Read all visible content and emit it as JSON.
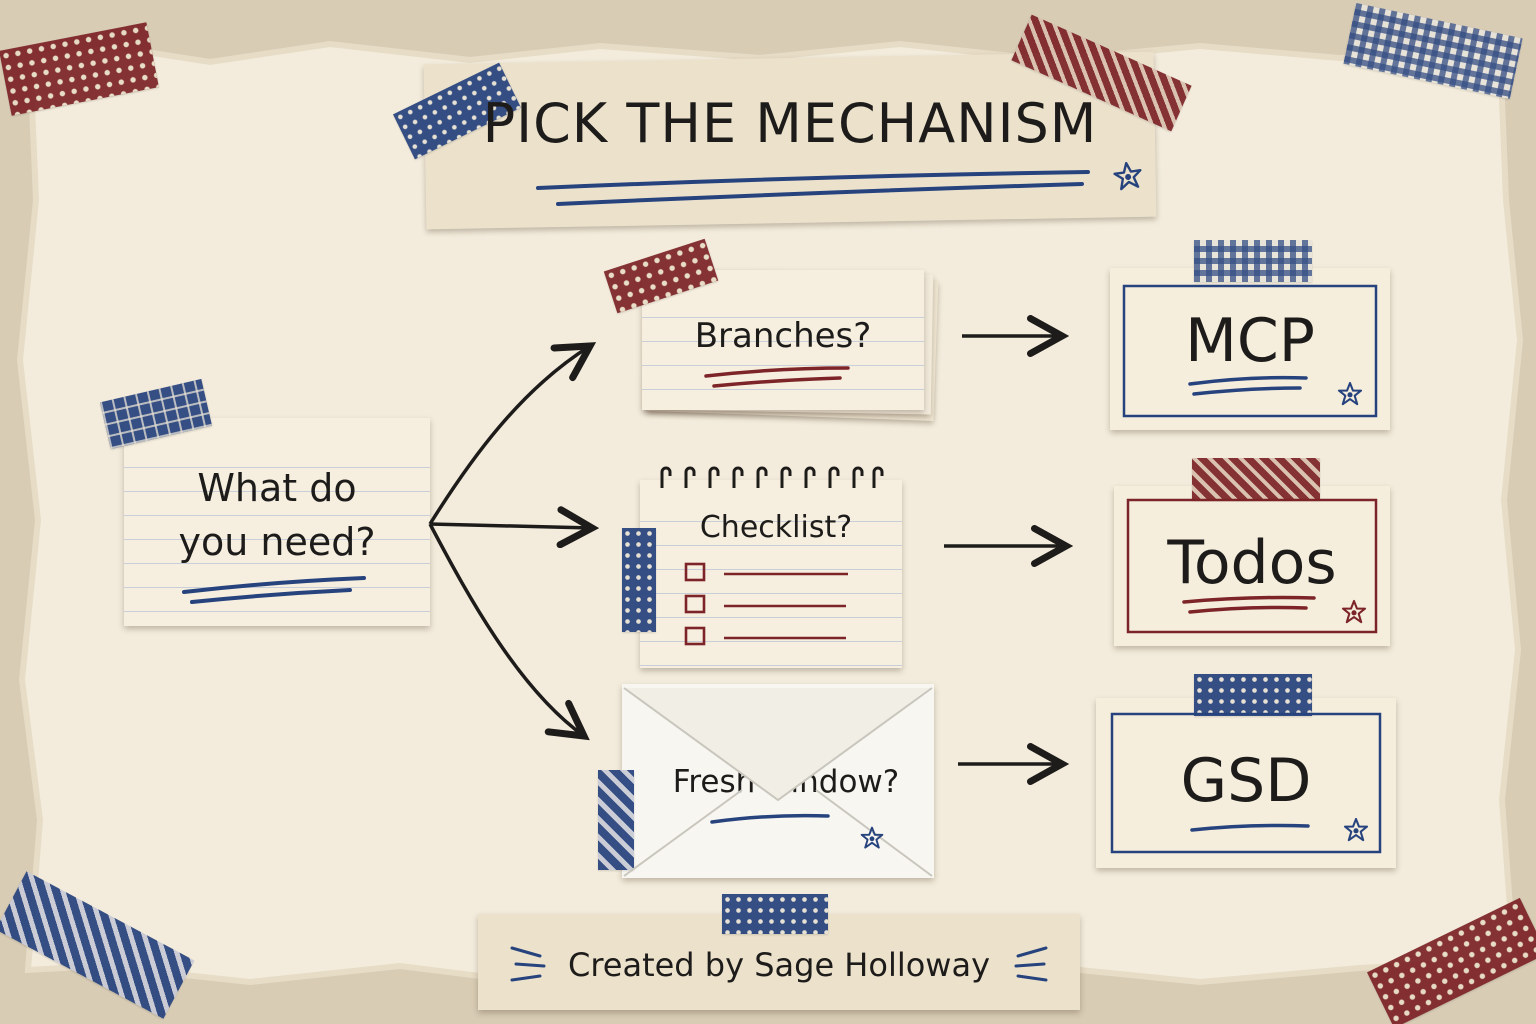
{
  "title": "PICK THE MECHANISM",
  "question": {
    "line1": "What do",
    "line2": "you need?"
  },
  "options": [
    {
      "label": "Branches?",
      "result": "MCP"
    },
    {
      "label": "Checklist?",
      "result": "Todos"
    },
    {
      "label": "Fresh window?",
      "result": "GSD"
    }
  ],
  "credit": "Created by Sage Holloway",
  "colors": {
    "paper": "#f3ecdc",
    "ink": "#1d1c1a",
    "navy": "#27437e",
    "crimson": "#7d2428",
    "board": "#d8ccb5"
  },
  "icons": [
    "star-icon",
    "arrow-icon",
    "checkbox-icon",
    "envelope-icon"
  ]
}
